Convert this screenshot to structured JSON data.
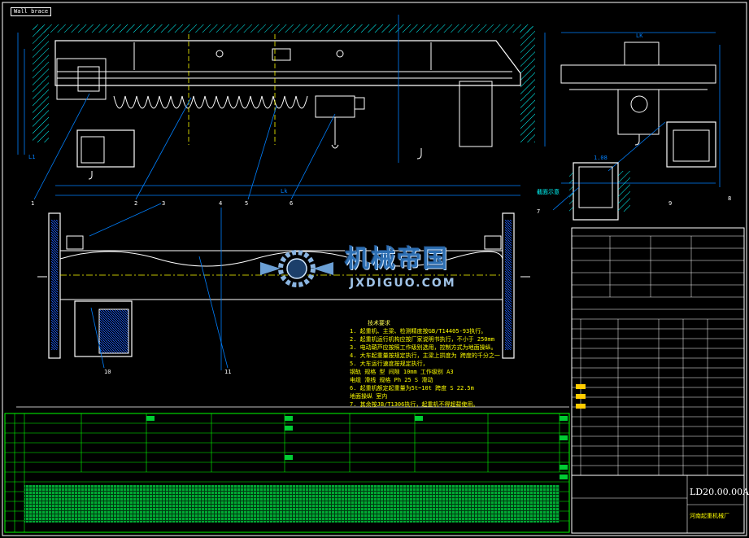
{
  "frame_tag": "Wall brace",
  "part_numbers": [
    "1",
    "2",
    "3",
    "4",
    "5",
    "6",
    "7",
    "8",
    "9",
    "10",
    "11"
  ],
  "dimension_texts": [
    "Lk",
    "LK",
    "L1",
    "1.08"
  ],
  "section_label": "截面示意",
  "technical_notes": {
    "title": "技术要求",
    "lines": [
      "1. 起重机、主梁、检测精度按GB/T14405-93执行。",
      "2. 起重机运行机构应按厂家说明书执行，不小于 250mm",
      "3. 电动葫芦应按照工作级别选用，控制方式为地面操纵。",
      "4. 大车起重量按规定执行，主梁上拱度为 跨度的千分之一",
      "5. 大车运行速度按规定执行，",
      "   钢轨 规格 型 间隙 10mm 工作级别 A3",
      "   电缆 滑线 规格 Ph 25 S 滑动",
      "6. 起重机额定起重量为5t~10t 跨度 S  22.5m",
      "   地面操纵 室内",
      "7. 其余按JB/T1306执行，起重机不得超载使用。"
    ]
  },
  "watermark": {
    "cn": "机械帝国",
    "en": "JXDIGUO.COM"
  },
  "title_block": {
    "drawing_number": "LD20.00.00A",
    "company": "河南起重机械厂"
  },
  "colors": {
    "background": "#000000",
    "structure": "#ffffff",
    "dimension": "#0080ff",
    "hatch": "#00ffff",
    "note": "#ffff00",
    "table_grid": "#00ff00",
    "table_fill": "#00cc33",
    "centerline": "#ffff00",
    "watermark": "#2d6fb3"
  }
}
